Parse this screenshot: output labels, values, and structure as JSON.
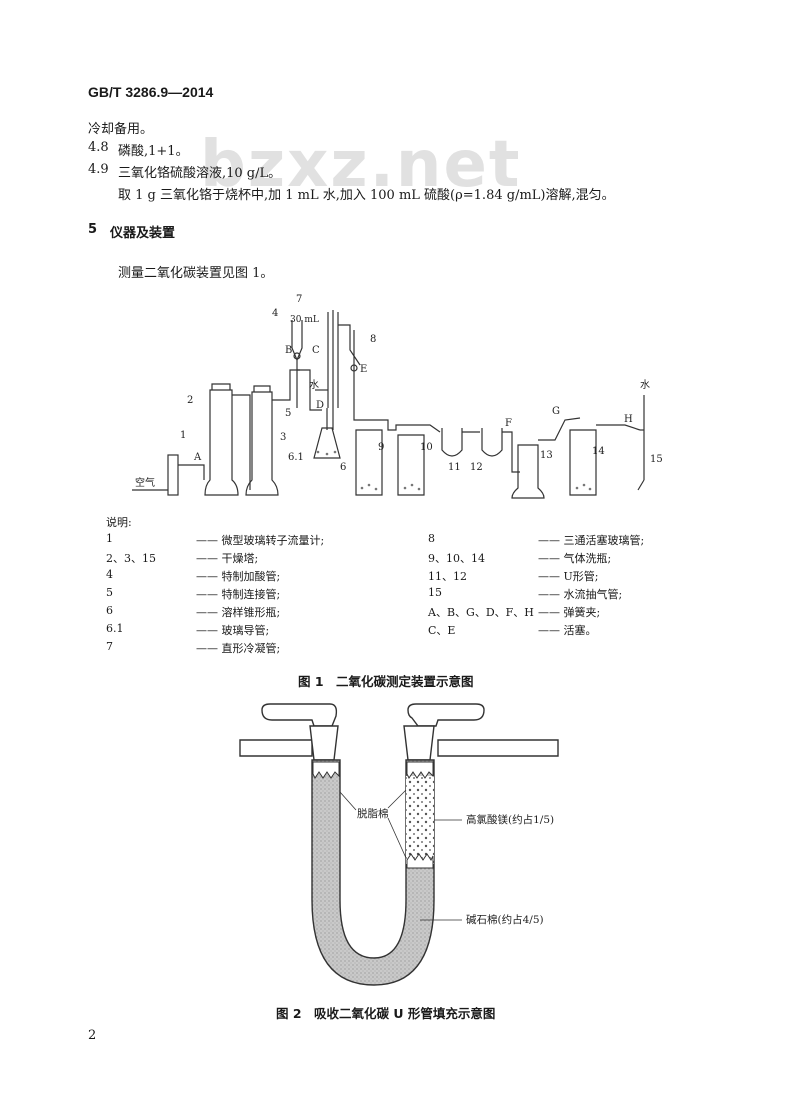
{
  "header": {
    "standard_no": "GB/T 3286.9—2014"
  },
  "watermark": "bzxz.net",
  "paragraphs": {
    "cont": "冷却备用。",
    "p48_num": "4.8",
    "p48_text": "磷酸,1+1。",
    "p49_num": "4.9",
    "p49_text": "三氧化铬硫酸溶液,10 g/L。",
    "p49_body": "取 1 g 三氧化铬于烧杯中,加 1 mL 水,加入 100 mL 硫酸(ρ=1.84 g/mL)溶解,混匀。"
  },
  "section5": {
    "num": "5",
    "title": "仪器及装置",
    "intro": "测量二氧化碳装置见图 1。"
  },
  "figure1": {
    "labels": {
      "n1": "1",
      "n2": "2",
      "n3": "3",
      "n4": "4",
      "n5": "5",
      "n6": "6",
      "n61": "6.1",
      "n7": "7",
      "n8": "8",
      "n9": "9",
      "n10": "10",
      "n11": "11",
      "n12": "12",
      "n13": "13",
      "n14": "14",
      "n15": "15",
      "A": "A",
      "B": "B",
      "C": "C",
      "D": "D",
      "E": "E",
      "F": "F",
      "G": "G",
      "H": "H",
      "ml30": "30 mL",
      "water1": "水",
      "water2": "水",
      "air": "空气"
    },
    "legend_title": "说明:",
    "legend_left": [
      {
        "num": "1",
        "text": "—— 微型玻璃转子流量计;"
      },
      {
        "num": "2、3、15",
        "text": "—— 干燥塔;"
      },
      {
        "num": "4",
        "text": "—— 特制加酸管;"
      },
      {
        "num": "5",
        "text": "—— 特制连接管;"
      },
      {
        "num": "6",
        "text": "—— 溶样锥形瓶;"
      },
      {
        "num": "6.1",
        "text": "—— 玻璃导管;"
      },
      {
        "num": "7",
        "text": "—— 直形冷凝管;"
      }
    ],
    "legend_right": [
      {
        "num": "8",
        "text": "—— 三通活塞玻璃管;"
      },
      {
        "num": "9、10、14",
        "text": "—— 气体洗瓶;"
      },
      {
        "num": "11、12",
        "text": "—— U形管;"
      },
      {
        "num": "15",
        "text": "—— 水流抽气管;"
      },
      {
        "num": "A、B、G、D、F、H",
        "text": "—— 弹簧夹;"
      },
      {
        "num": "C、E",
        "text": "—— 活塞。"
      }
    ],
    "caption": "图 1　二氧化碳测定装置示意图"
  },
  "figure2": {
    "label_cotton": "脱脂棉",
    "label_perchlorate": "高氯酸镁(约占1/5)",
    "label_asbestos": "碱石棉(约占4/5)",
    "caption": "图 2　吸收二氧化碳 U 形管填充示意图"
  },
  "footer": {
    "page_no": "2"
  }
}
